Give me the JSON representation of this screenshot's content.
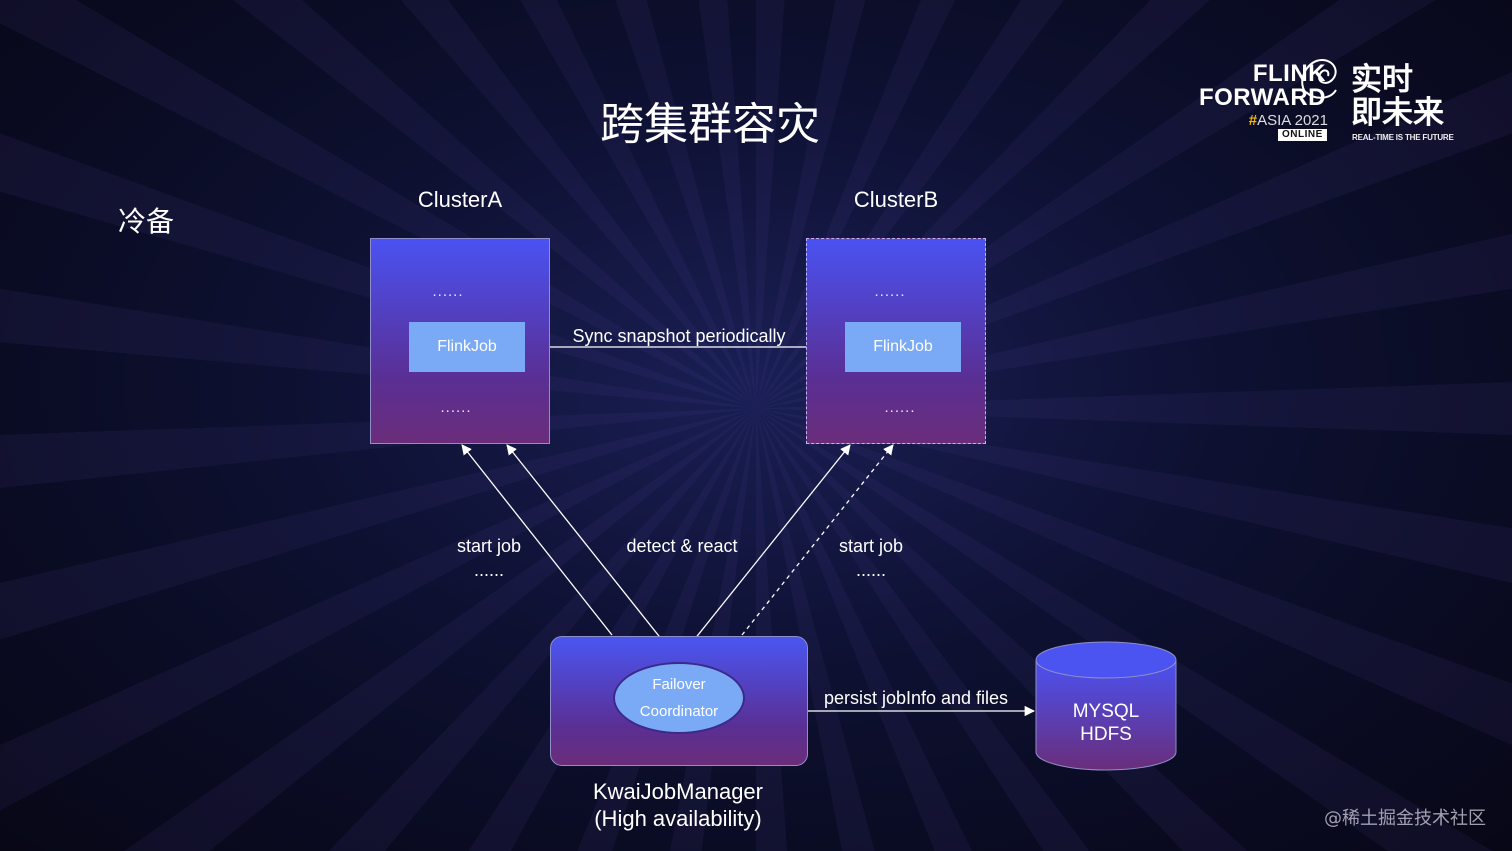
{
  "slide": {
    "title": "跨集群容灾",
    "side_label": "冷备"
  },
  "logo": {
    "line1": "FLINK",
    "line2": "FORWARD",
    "hash": "#",
    "asia": "ASIA 2021",
    "online": "ONLINE",
    "cn_line1": "实时",
    "cn_line2": "即未来",
    "en": "REAL-TIME IS THE FUTURE"
  },
  "cluster_a": {
    "title": "ClusterA",
    "dots_top": "......",
    "job": "FlinkJob",
    "dots_bottom": "......"
  },
  "cluster_b": {
    "title": "ClusterB",
    "dots_top": "......",
    "job": "FlinkJob",
    "dots_bottom": "......"
  },
  "edges": {
    "sync": "Sync snapshot periodically",
    "start_job_a": "start job",
    "start_job_a_dots": "......",
    "detect": "detect & react",
    "start_job_b": "start job",
    "start_job_b_dots": "......",
    "persist": "persist jobInfo and files"
  },
  "manager": {
    "coordinator_line1": "Failover",
    "coordinator_line2": "Coordinator",
    "label_line1": "KwaiJobManager",
    "label_line2": "(High availability)"
  },
  "storage": {
    "line1": "MYSQL",
    "line2": "HDFS"
  },
  "watermark": "@稀土掘金技术社区",
  "colors": {
    "node_top": "#4a52f2",
    "node_bottom": "#6a2d7a",
    "job": "#7aa9f6"
  }
}
